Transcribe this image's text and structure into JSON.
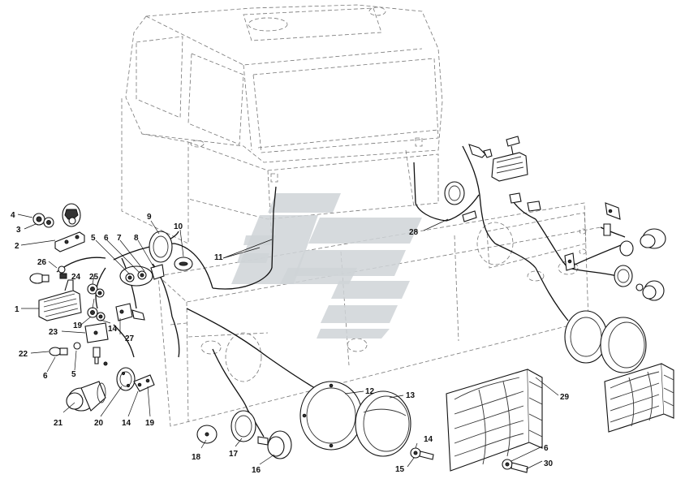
{
  "callouts": {
    "c1": "1",
    "c2": "2",
    "c3": "3",
    "c4": "4",
    "c5a": "5",
    "c5b": "5",
    "c6a": "6",
    "c6b": "6",
    "c6c": "6",
    "c7": "7",
    "c8": "8",
    "c9": "9",
    "c10": "10",
    "c11": "11",
    "c12": "12",
    "c13": "13",
    "c14a": "14",
    "c14b": "14",
    "c14c": "14",
    "c15": "15",
    "c16": "16",
    "c17": "17",
    "c18": "18",
    "c19a": "19",
    "c19b": "19",
    "c20": "20",
    "c21": "21",
    "c22": "22",
    "c23": "23",
    "c24": "24",
    "c25": "25",
    "c26": "26",
    "c27": "27",
    "c28": "28",
    "c29": "29",
    "c30": "30"
  },
  "colors": {
    "line": "#111111",
    "dashed": "#777777",
    "watermark": "#cfd3d7"
  },
  "watermark_icon": "stylized-road-logo"
}
